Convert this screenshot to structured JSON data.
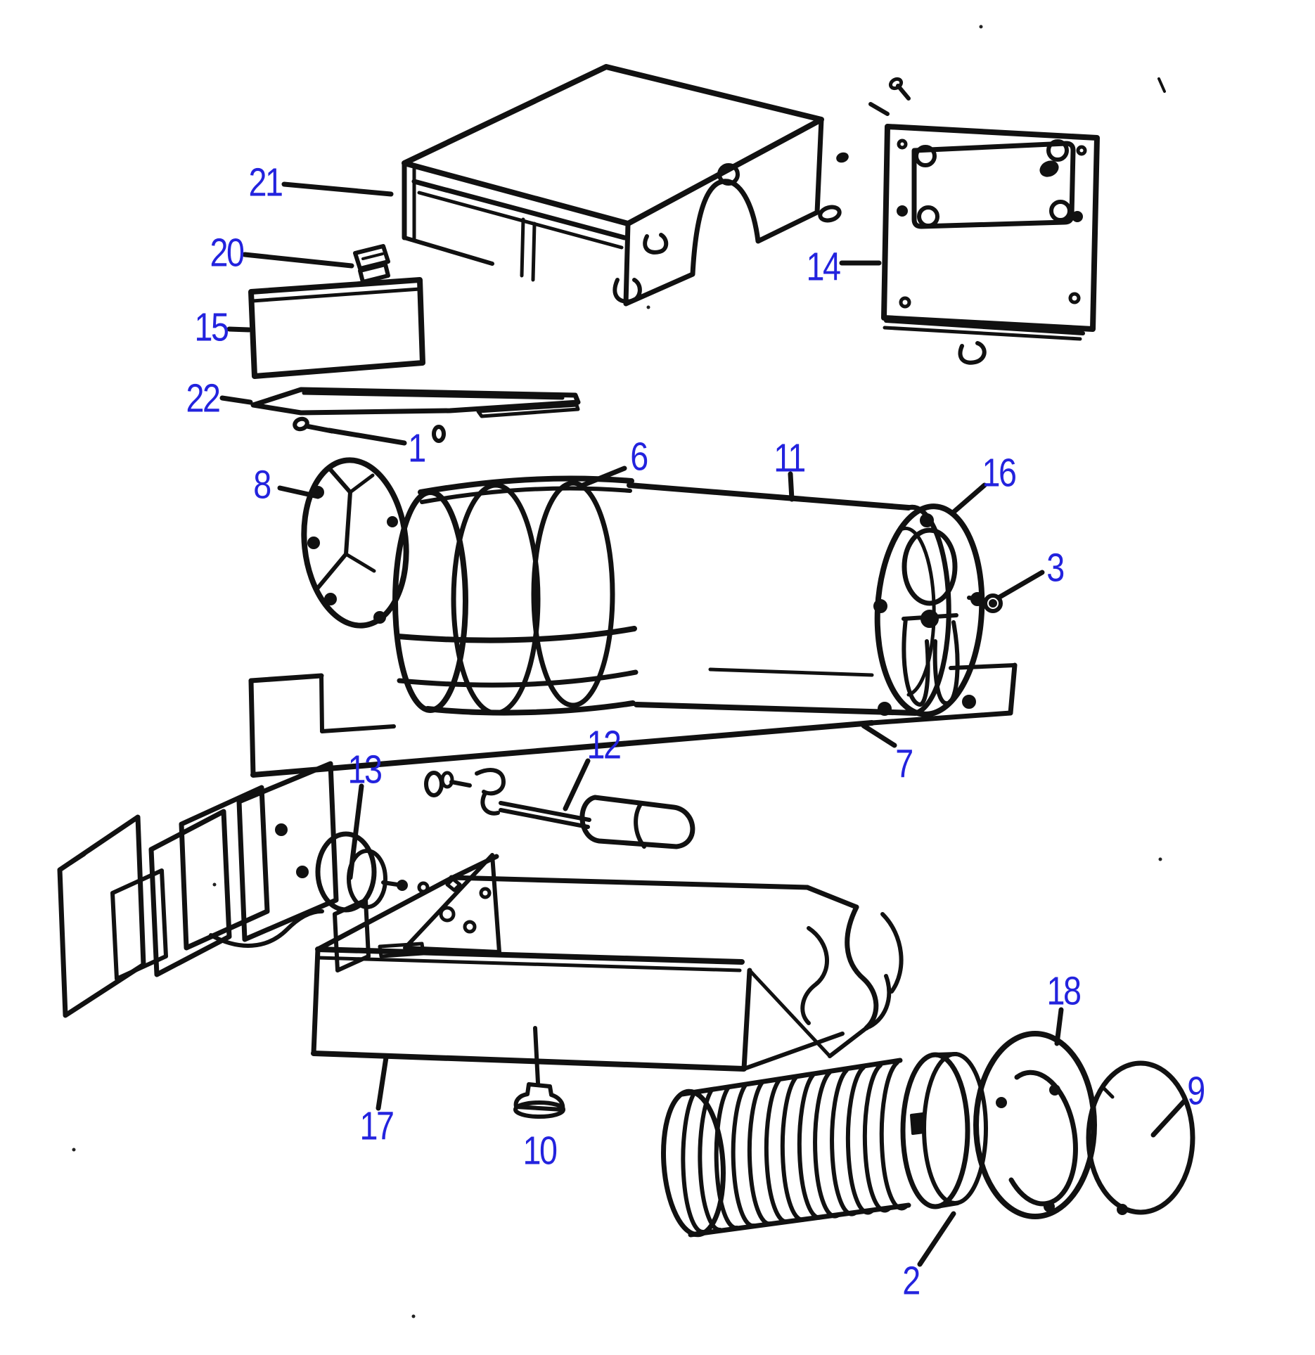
{
  "diagram": {
    "title": "exploded parts diagram",
    "background": "#ffffff",
    "line_color": "#111111",
    "callout_color": "#2323DE",
    "callouts": [
      {
        "id": "1",
        "label": "1"
      },
      {
        "id": "2",
        "label": "2"
      },
      {
        "id": "3",
        "label": "3"
      },
      {
        "id": "6",
        "label": "6"
      },
      {
        "id": "7",
        "label": "7"
      },
      {
        "id": "8",
        "label": "8"
      },
      {
        "id": "9",
        "label": "9"
      },
      {
        "id": "10",
        "label": "10"
      },
      {
        "id": "11",
        "label": "11"
      },
      {
        "id": "12",
        "label": "12"
      },
      {
        "id": "13",
        "label": "13"
      },
      {
        "id": "14",
        "label": "14"
      },
      {
        "id": "15",
        "label": "15"
      },
      {
        "id": "16",
        "label": "16"
      },
      {
        "id": "17",
        "label": "17"
      },
      {
        "id": "18",
        "label": "18"
      },
      {
        "id": "20",
        "label": "20"
      },
      {
        "id": "21",
        "label": "21"
      },
      {
        "id": "22",
        "label": "22"
      }
    ]
  }
}
